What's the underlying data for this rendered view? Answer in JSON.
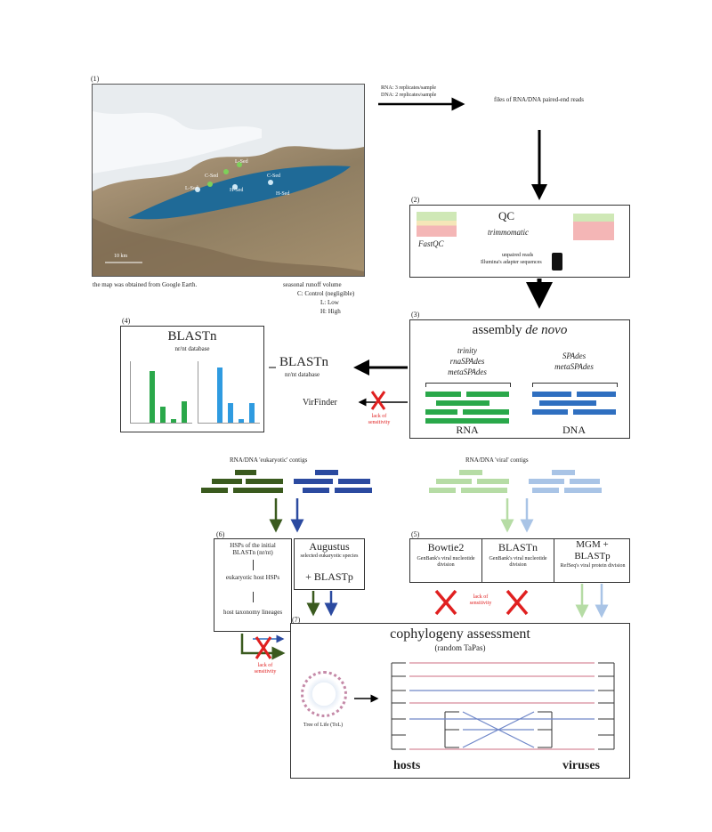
{
  "step1": {
    "label": "(1)",
    "sites": [
      "C-Sed",
      "L-Sed",
      "H-Sed",
      "C-Sed",
      "L-Sed",
      "H-Sed"
    ],
    "scale": "10 km",
    "map_caption": "the map was obtained from Google Earth.",
    "legend_title": "seasonal runoff volume",
    "legend_c": "C: Control (negligible)",
    "legend_l": "L: Low",
    "legend_h": "H: High",
    "replicates_rna": "RNA: 3 replicates/sample",
    "replicates_dna": "DNA: 2 replicates/sample",
    "files": "files of RNA/DNA paired-end reads"
  },
  "step2": {
    "label": "(2)",
    "qc": "QC",
    "fastqc": "FastQC",
    "trimmomatic": "trimmomatic",
    "unpaired": "unpaired reads",
    "adapters": "Illumina's adapter sequences"
  },
  "step3": {
    "label": "(3)",
    "title_plain": "assembly ",
    "title_italic": "de novo",
    "rna_tools": [
      "trinity",
      "rnaSPAdes",
      "metaSPAdes"
    ],
    "dna_tools": [
      "SPAdes",
      "metaSPAdes"
    ],
    "rna": "RNA",
    "dna": "DNA"
  },
  "step4": {
    "label": "(4)",
    "title": "BLASTn",
    "subtitle": "nr/nt database",
    "mid_title": "BLASTn",
    "mid_subtitle": "nr/nt database",
    "virfinder": "VirFinder",
    "lack": "lack of sensitivity"
  },
  "contigs": {
    "eukaryotic": "RNA/DNA 'eukaryotic' contigs",
    "viral": "RNA/DNA 'viral' contigs"
  },
  "step6": {
    "label": "(6)",
    "hsps": "HSPs of the initial BLASTn (nr/nt)",
    "euk_host": "eukaryotic host HSPs",
    "lineages": "host taxonomy lineages",
    "augustus": "Augustus",
    "augustus_sub": "selected eukaryotic species",
    "blastp": "+ BLASTp",
    "lack": "lack of sensitivity"
  },
  "step5": {
    "label": "(5)",
    "bowtie": "Bowtie2",
    "bowtie_sub": "GenBank's viral nucleotide division",
    "blastn": "BLASTn",
    "blastn_sub": "GenBank's viral nucleotide division",
    "mgm": "MGM +",
    "mgm2": "BLASTp",
    "mgm_sub": "RefSeq's viral protein division",
    "lack": "lack of sensitivity"
  },
  "step7": {
    "label": "(7)",
    "title": "cophylogeny assessment",
    "subtitle": "(random TaPas)",
    "tol": "Tree of Life (ToL)",
    "hosts": "hosts",
    "viruses": "viruses"
  },
  "colors": {
    "dark_green": "#3a5a1e",
    "green": "#2aa84a",
    "light_green": "#b6dca5",
    "blue": "#2f6fc0",
    "dark_blue": "#2b4aa0",
    "light_blue": "#a9c4e6",
    "red": "#e02020"
  }
}
